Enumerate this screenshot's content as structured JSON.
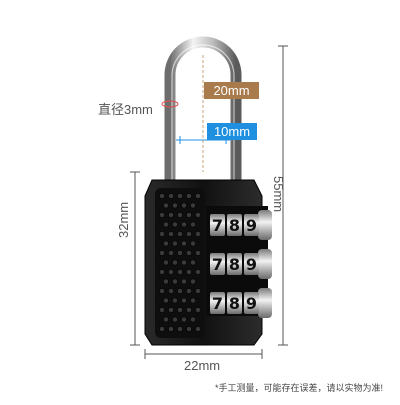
{
  "dimensions": {
    "shackle_height": "20mm",
    "shackle_inner_width": "10mm",
    "shackle_diameter": "直径3mm",
    "total_height": "55mm",
    "body_height": "32mm",
    "body_width": "22mm"
  },
  "note": "*手工测量，可能存在误差，请以实物为准!",
  "dials": [
    [
      "7",
      "8",
      "9"
    ],
    [
      "7",
      "8",
      "9"
    ],
    [
      "7",
      "8",
      "9"
    ]
  ],
  "colors": {
    "shackle_height_tag": "#a87a4c",
    "shackle_width_tag": "#1f8fe0",
    "lock_body": "#151515",
    "guide_lines": "#555555"
  }
}
